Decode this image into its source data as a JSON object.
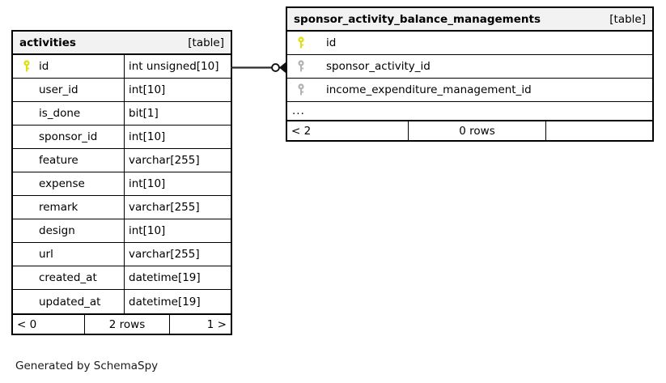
{
  "diagram": {
    "caption": "Generated by SchemaSpy",
    "background": "#ffffff",
    "line_color": "#000000",
    "header_background": "#f2f2f2",
    "pk_key_color": "#dde011",
    "fk_key_color": "#b3b3b3"
  },
  "tables": [
    {
      "name": "activities",
      "type_label": "[table]",
      "columns": [
        {
          "key": "primary",
          "key_icon": "key-icon",
          "name": "id",
          "type": "int unsigned[10]"
        },
        {
          "key": "none",
          "key_icon": "",
          "name": "user_id",
          "type": "int[10]"
        },
        {
          "key": "none",
          "key_icon": "",
          "name": "is_done",
          "type": "bit[1]"
        },
        {
          "key": "none",
          "key_icon": "",
          "name": "sponsor_id",
          "type": "int[10]"
        },
        {
          "key": "none",
          "key_icon": "",
          "name": "feature",
          "type": "varchar[255]"
        },
        {
          "key": "none",
          "key_icon": "",
          "name": "expense",
          "type": "int[10]"
        },
        {
          "key": "none",
          "key_icon": "",
          "name": "remark",
          "type": "varchar[255]"
        },
        {
          "key": "none",
          "key_icon": "",
          "name": "design",
          "type": "int[10]"
        },
        {
          "key": "none",
          "key_icon": "",
          "name": "url",
          "type": "varchar[255]"
        },
        {
          "key": "none",
          "key_icon": "",
          "name": "created_at",
          "type": "datetime[19]"
        },
        {
          "key": "none",
          "key_icon": "",
          "name": "updated_at",
          "type": "datetime[19]"
        }
      ],
      "ellipsis": null,
      "footer": {
        "prev": "< 0",
        "rows": "2 rows",
        "next": "1 >"
      }
    },
    {
      "name": "sponsor_activity_balance_managements",
      "type_label": "[table]",
      "columns": [
        {
          "key": "primary",
          "key_icon": "key-icon",
          "name": "id",
          "type": ""
        },
        {
          "key": "foreign",
          "key_icon": "key-icon",
          "name": "sponsor_activity_id",
          "type": ""
        },
        {
          "key": "foreign",
          "key_icon": "key-icon",
          "name": "income_expenditure_management_id",
          "type": ""
        }
      ],
      "ellipsis": "...",
      "footer": {
        "prev": "< 2",
        "rows": "0 rows",
        "next": ""
      }
    }
  ],
  "relationship": {
    "from_table": "activities",
    "from_column": "id",
    "to_table": "sponsor_activity_balance_managements",
    "to_column": "sponsor_activity_id",
    "source_cardinality": "zero-or-one",
    "target_cardinality": "many",
    "source_symbol": "circle",
    "target_symbol": "crows-foot"
  }
}
